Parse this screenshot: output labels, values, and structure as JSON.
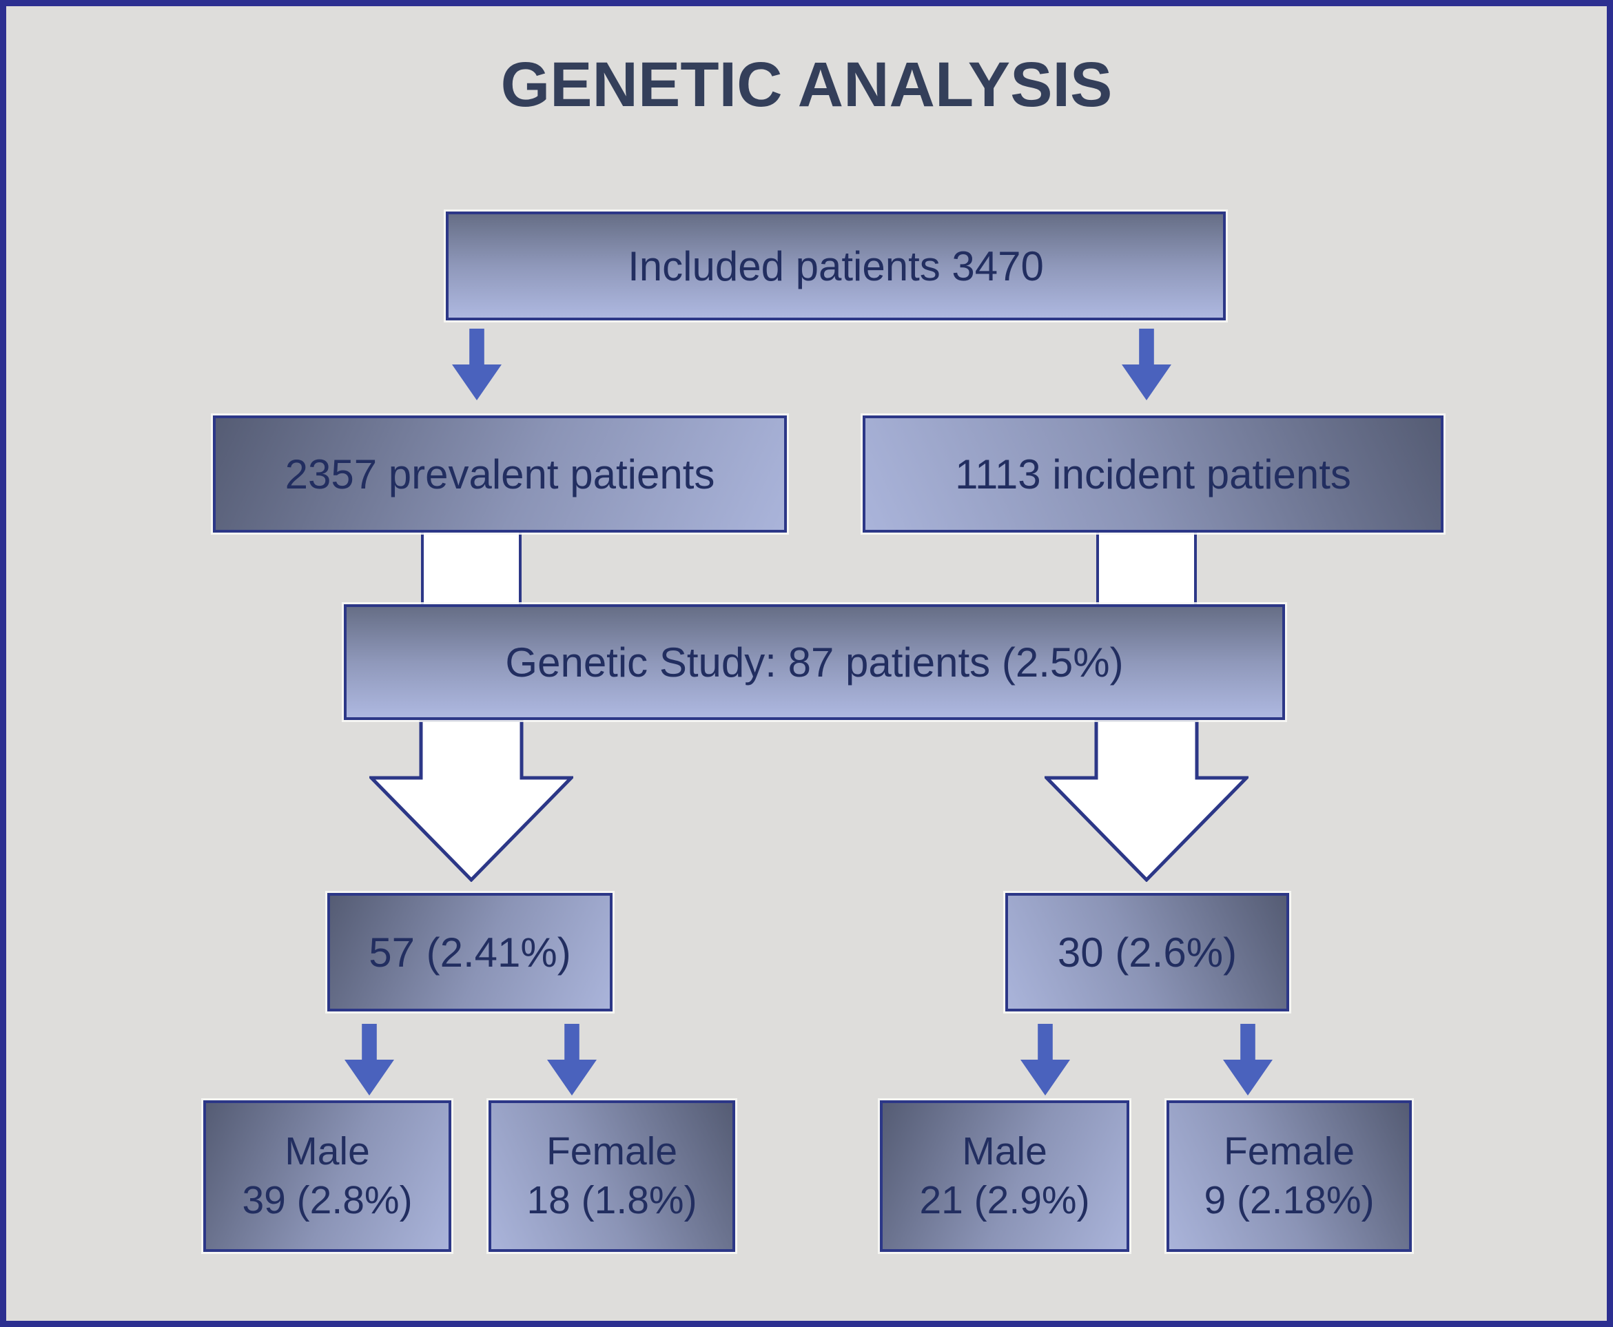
{
  "title": "GENETIC ANALYSIS",
  "nodes": {
    "included": {
      "label": "Included patients 3470"
    },
    "prevalent": {
      "label": "2357 prevalent patients"
    },
    "incident": {
      "label": "1113 incident patients"
    },
    "genetic_study": {
      "label": "Genetic Study: 87 patients (2.5%)"
    },
    "prevalent_tested": {
      "label": "57 (2.41%)"
    },
    "incident_tested": {
      "label": "30 (2.6%)"
    },
    "prevalent_male": {
      "line1": "Male",
      "line2": "39 (2.8%)"
    },
    "prevalent_female": {
      "line1": "Female",
      "line2": "18 (1.8%)"
    },
    "incident_male": {
      "line1": "Male",
      "line2": "21 (2.9%)"
    },
    "incident_female": {
      "line1": "Female",
      "line2": "9 (2.18%)"
    }
  },
  "colors": {
    "background": "#dedddb",
    "frame_border": "#2c2f90",
    "box_border": "#2c3787",
    "box_gradient_dark": "#555c74",
    "box_gradient_light": "#aeb8e0",
    "box_text": "#222e60",
    "title_text": "#343f5a",
    "small_arrow": "#4a62bd",
    "big_arrow_fill": "#ffffff"
  }
}
